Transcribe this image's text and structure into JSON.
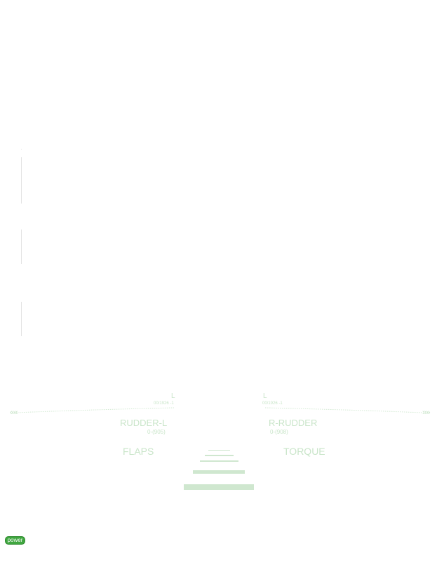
{
  "hud": {
    "left_marker": "L",
    "right_marker": "L",
    "left_code": "00/1926 -1",
    "right_code": "00/1926 -1",
    "arrow_left": "«‹‹",
    "arrow_right": "››»",
    "rudder_left_label": "RUDDER-L",
    "rudder_right_label": "R-RUDDER",
    "rudder_left_value": "0-(905)",
    "rudder_right_value": "0-(908)",
    "flaps_label": "FLAPS",
    "torque_label": "TORQUE"
  },
  "power": {
    "label": "power"
  },
  "colors": {
    "hud_text": "#c9e5c9",
    "hud_bars": "#cfe7cf",
    "power_button": "#3fa63f",
    "edge_ticks": "#e3e3e3"
  }
}
